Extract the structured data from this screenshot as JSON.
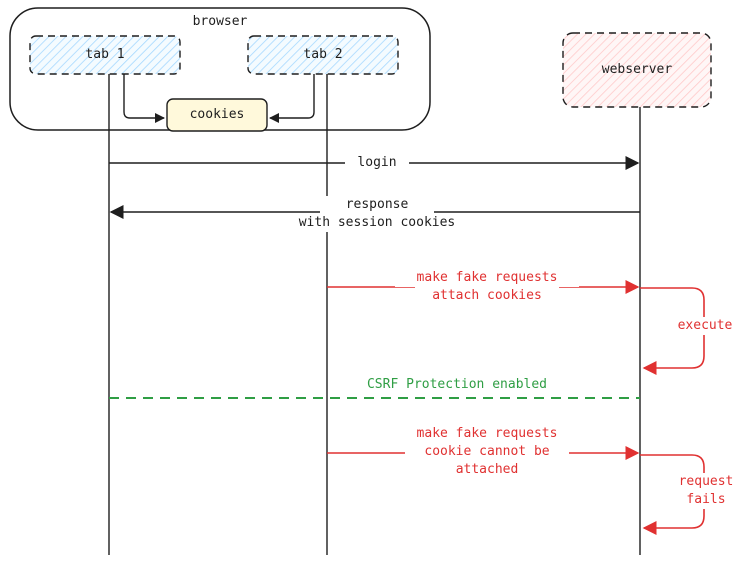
{
  "browser": {
    "label": "browser"
  },
  "tabs": [
    {
      "label": "tab 1"
    },
    {
      "label": "tab 2"
    }
  ],
  "cookies": {
    "label": "cookies"
  },
  "webserver": {
    "label": "webserver"
  },
  "messages": {
    "login": "login",
    "response_line1": "response",
    "response_line2": "with session cookies",
    "fake1_line1": "make fake requests",
    "fake1_line2": "attach cookies",
    "execute": "execute",
    "csrf": "CSRF Protection enabled",
    "fake2_line1": "make fake requests",
    "fake2_line2": "cookie cannot be",
    "fake2_line3": "attached",
    "fails_line1": "request",
    "fails_line2": "fails"
  },
  "colors": {
    "stroke": "#1e1e1e",
    "attack": "#e03131",
    "protection": "#2f9e44",
    "tab_fill": "#a5d8ff",
    "cookies_fill": "#fff9db",
    "server_fill": "#ffc9c9"
  }
}
